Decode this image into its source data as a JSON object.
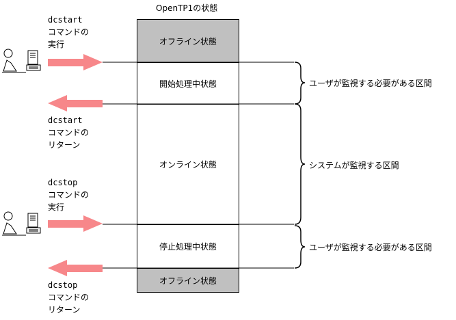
{
  "title": "OpenTP1の状態",
  "states": [
    {
      "label": "オフライン状態",
      "shaded": true
    },
    {
      "label": "開始処理中状態",
      "shaded": false
    },
    {
      "label": "オンライン状態",
      "shaded": false
    },
    {
      "label": "停止処理中状態",
      "shaded": false
    },
    {
      "label": "オフライン状態",
      "shaded": true
    }
  ],
  "commands": {
    "start_exec": [
      "dcstart",
      "コマンドの",
      "実行"
    ],
    "start_return": [
      "dcstart",
      "コマンドの",
      "リターン"
    ],
    "stop_exec": [
      "dcstop",
      "コマンドの",
      "実行"
    ],
    "stop_return": [
      "dcstop",
      "コマンドの",
      "リターン"
    ]
  },
  "ranges": {
    "user_start": "ユーザが監視する必要がある区間",
    "system": "システムが監視する区間",
    "user_stop": "ユーザが監視する必要がある区間"
  },
  "colors": {
    "arrow": "#f7878a",
    "shade": "#c0c0c0"
  },
  "icons": [
    "user-at-computer-icon",
    "user-at-computer-icon"
  ]
}
